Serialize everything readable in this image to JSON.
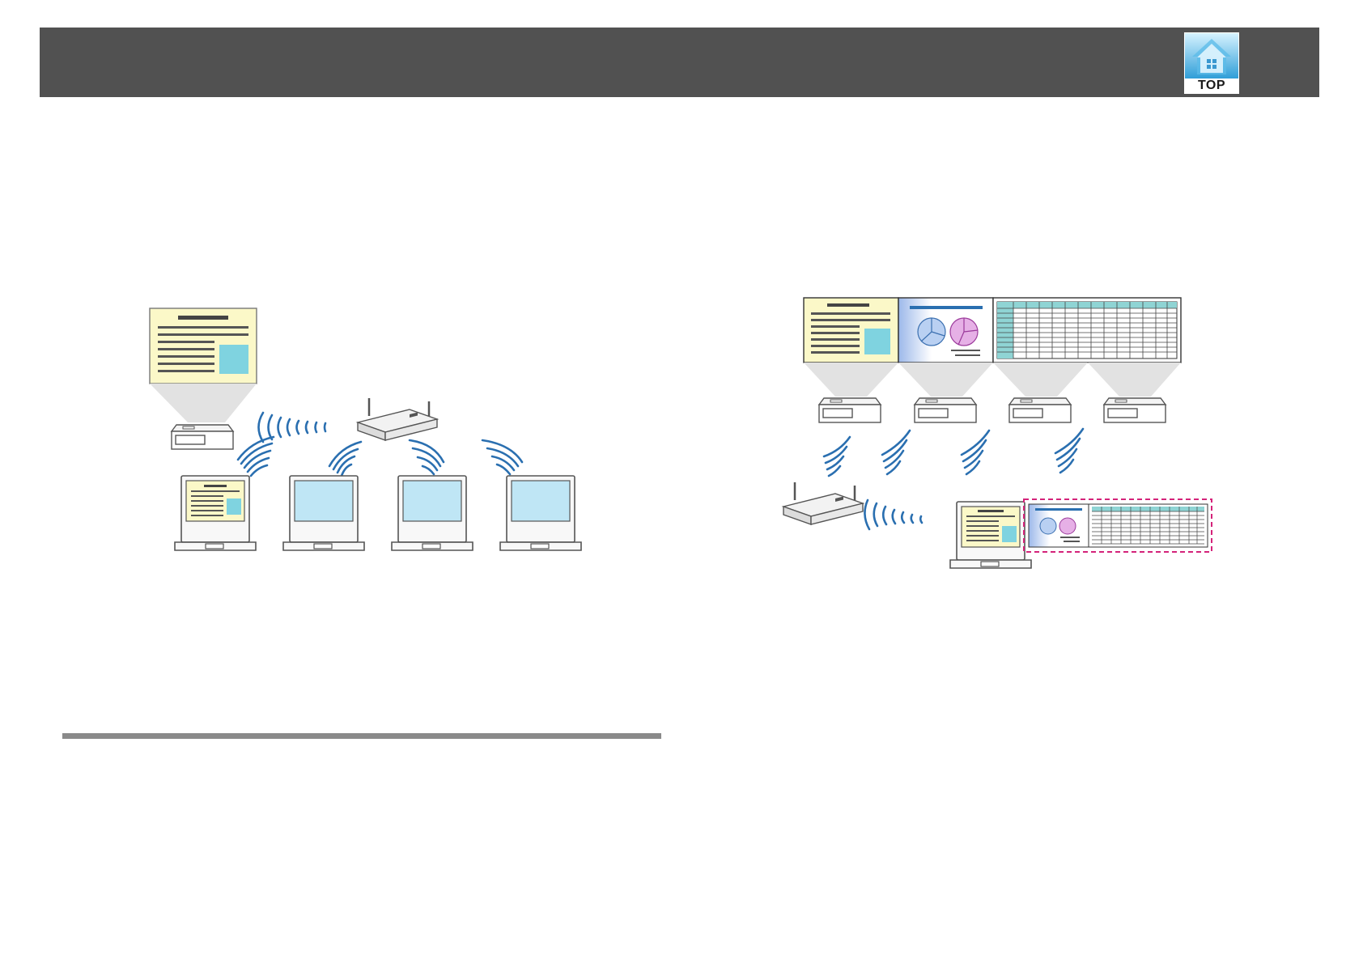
{
  "header": {
    "top_button_label": "TOP",
    "bar_color": "#515151"
  },
  "figures": {
    "left": {
      "devices": [
        "projector",
        "access-point",
        "laptop",
        "laptop",
        "laptop",
        "laptop"
      ],
      "icons": [
        "screen-document-icon",
        "projector-icon",
        "wifi-signal-icon",
        "access-point-icon",
        "laptop-icon"
      ]
    },
    "right": {
      "devices": [
        "projector",
        "projector",
        "projector",
        "projector",
        "access-point",
        "laptop"
      ],
      "icons": [
        "screen-document-icon",
        "screen-pie-chart-icon",
        "screen-spreadsheet-icon",
        "projector-icon",
        "wifi-signal-icon",
        "access-point-icon",
        "laptop-icon"
      ]
    }
  },
  "colors": {
    "signal": "#2a6fb0",
    "screen_yellow": "#fbf8c8",
    "screen_blue": "#bfe6f5",
    "accent_cyan": "#7fd3e0",
    "dashed_outline": "#d4237a"
  }
}
